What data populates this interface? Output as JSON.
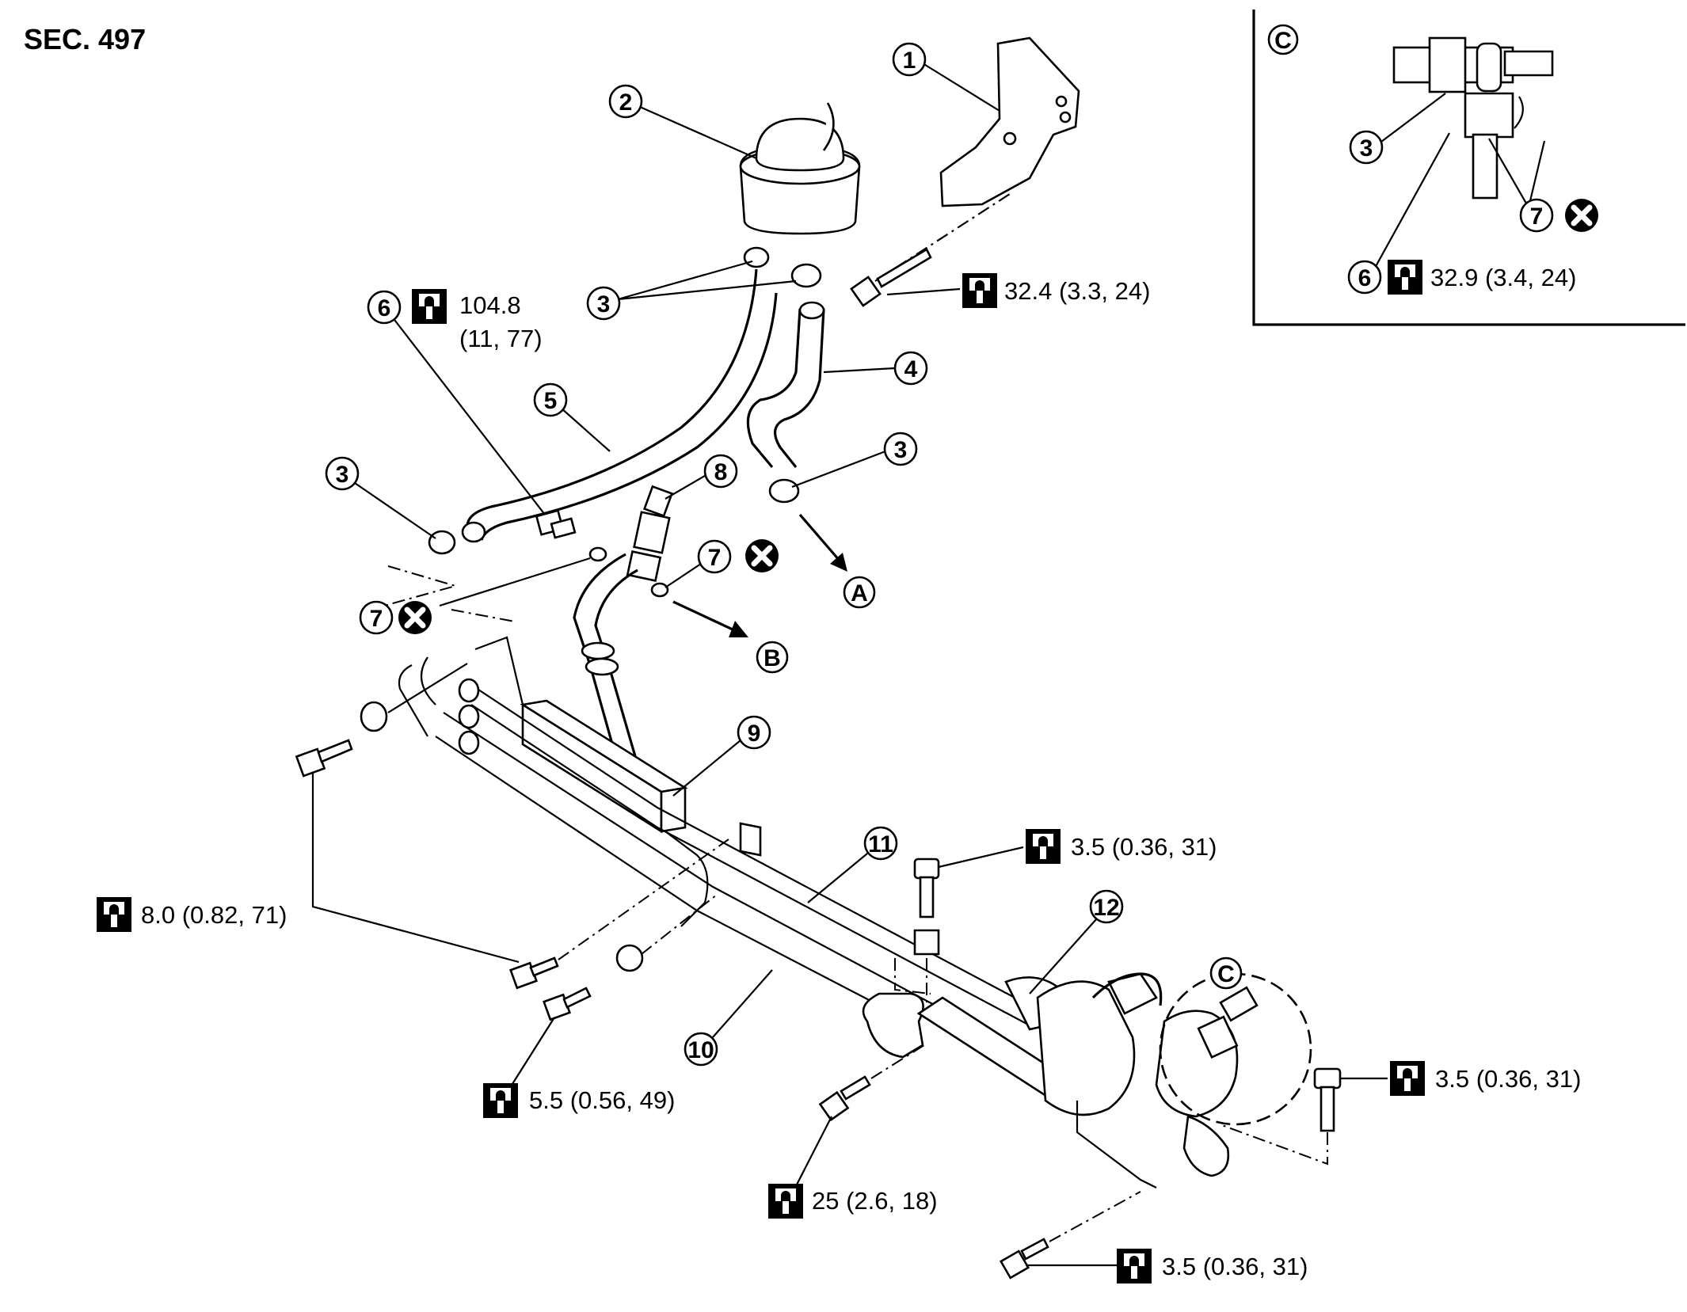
{
  "section_title": "SEC. 497",
  "colors": {
    "ink": "#000000",
    "paper": "#ffffff"
  },
  "icons": {
    "torque": "torque-wrench-icon",
    "replace": "do-not-reuse-x-icon",
    "direction": "arrow-icon"
  },
  "callouts": {
    "c1": "1",
    "c2": "2",
    "c3a": "3",
    "c3b": "3",
    "c3c": "3",
    "c3inset": "3",
    "c4": "4",
    "c5": "5",
    "c6a": "6",
    "c6inset": "6",
    "c7a": "7",
    "c7b": "7",
    "c7inset": "7",
    "c8": "8",
    "c9": "9",
    "c10": "10",
    "c11": "11",
    "c12": "12"
  },
  "letters": {
    "A": "A",
    "B": "B",
    "C_detail": "C",
    "C_inset": "C"
  },
  "torques": {
    "t_bracket": "32.4 (3.3, 24)",
    "t_eye_bolt_1": "104.8",
    "t_eye_bolt_2": "(11, 77)",
    "t_inset": "32.9 (3.4, 24)",
    "t_clamp_top": "3.5 (0.36, 31)",
    "t_left": "8.0 (0.82, 71)",
    "t_mid": "5.5 (0.56, 49)",
    "t_bottom_mid": "25 (2.6, 18)",
    "t_right": "3.5 (0.36, 31)",
    "t_bottom": "3.5 (0.36, 31)"
  }
}
